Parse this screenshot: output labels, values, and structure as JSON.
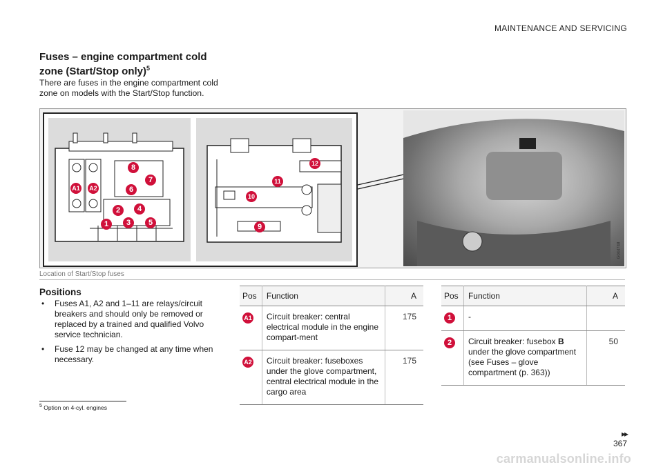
{
  "header": {
    "section": "MAINTENANCE AND SERVICING"
  },
  "title": {
    "text": "Fuses – engine compartment cold zone (Start/Stop only)",
    "footnote_ref": "5"
  },
  "intro": "There are fuses in the engine compartment cold zone on models with the Start/Stop function.",
  "figure": {
    "caption": "Location of Start/Stop fuses",
    "code": "G044748",
    "labels_left": [
      "8",
      "7",
      "A1",
      "A2",
      "6",
      "2",
      "4",
      "1",
      "3",
      "5"
    ],
    "labels_right": [
      "12",
      "11",
      "10",
      "9"
    ],
    "colors": {
      "badge": "#d0103a"
    }
  },
  "positions": {
    "heading": "Positions",
    "bullets": [
      "Fuses A1, A2 and 1–11 are relays/circuit breakers and should only be removed or replaced by a trained and qualified Volvo service technician.",
      "Fuse 12 may be changed at any time when necessary."
    ]
  },
  "table1": {
    "headers": {
      "pos": "Pos",
      "function": "Function",
      "a": "A"
    },
    "rows": [
      {
        "pos": "A1",
        "function": "Circuit breaker: central electrical module in the engine compart-ment",
        "a": "175"
      },
      {
        "pos": "A2",
        "function": "Circuit breaker: fuseboxes under the glove compartment, central electrical module in the cargo area",
        "a": "175"
      }
    ]
  },
  "table2": {
    "headers": {
      "pos": "Pos",
      "function": "Function",
      "a": "A"
    },
    "rows": [
      {
        "pos": "1",
        "function": "-",
        "a": ""
      },
      {
        "pos": "2",
        "function_before": "Circuit breaker: fusebox ",
        "function_bold": "B",
        "function_after": " under the glove compartment (see Fuses – glove compartment (p. 363))",
        "a": "50"
      }
    ]
  },
  "footnote": {
    "ref": "5",
    "text": "Option on 4-cyl. engines"
  },
  "footer": {
    "next_symbol": "▸▸",
    "page_number": "367",
    "watermark": "carmanualsonline.info"
  }
}
